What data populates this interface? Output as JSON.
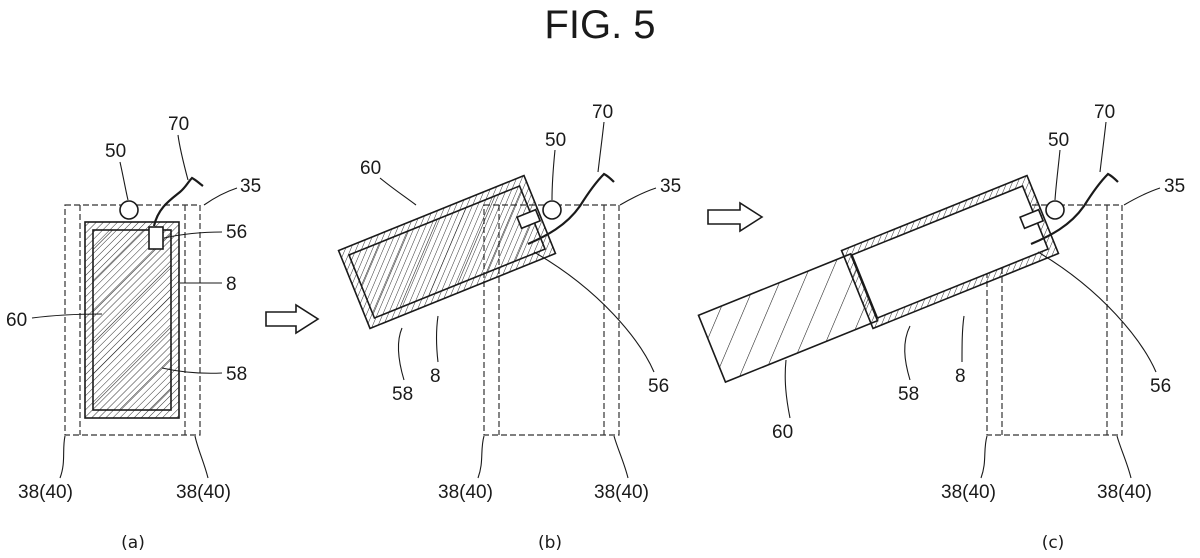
{
  "title": "FIG. 5",
  "panels": [
    {
      "caption": "(a)",
      "labels": {
        "battery": "60",
        "roller": "50",
        "cable": "70",
        "space": "35",
        "connector": "56",
        "case": "8",
        "opening": "58",
        "rail_left": "38(40)",
        "rail_right": "38(40)"
      }
    },
    {
      "caption": "(b)",
      "labels": {
        "battery": "60",
        "roller": "50",
        "cable": "70",
        "space": "35",
        "connector": "56",
        "case": "8",
        "opening": "58",
        "rail_left": "38(40)",
        "rail_right": "38(40)"
      }
    },
    {
      "caption": "(c)",
      "labels": {
        "battery": "60",
        "roller": "50",
        "cable": "70",
        "space": "35",
        "connector": "56",
        "case": "8",
        "opening": "58",
        "rail_left": "38(40)",
        "rail_right": "38(40)"
      }
    }
  ]
}
